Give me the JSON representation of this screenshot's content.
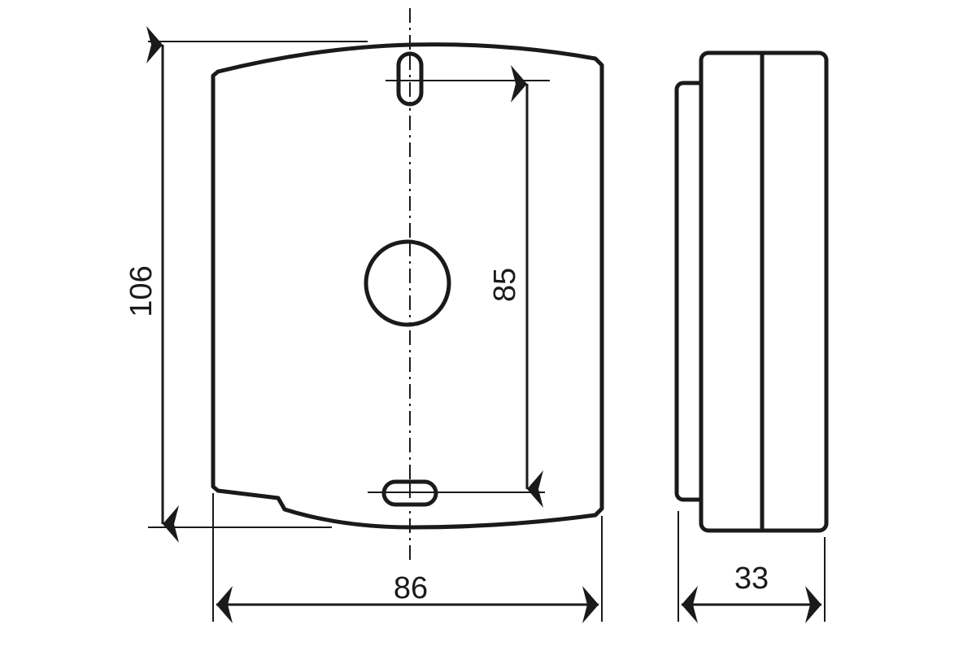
{
  "dimensions": {
    "height": "106",
    "width": "86",
    "hole_spacing": "85",
    "depth": "33"
  },
  "colors": {
    "line": "#1a1a1a",
    "background": "#ffffff"
  }
}
